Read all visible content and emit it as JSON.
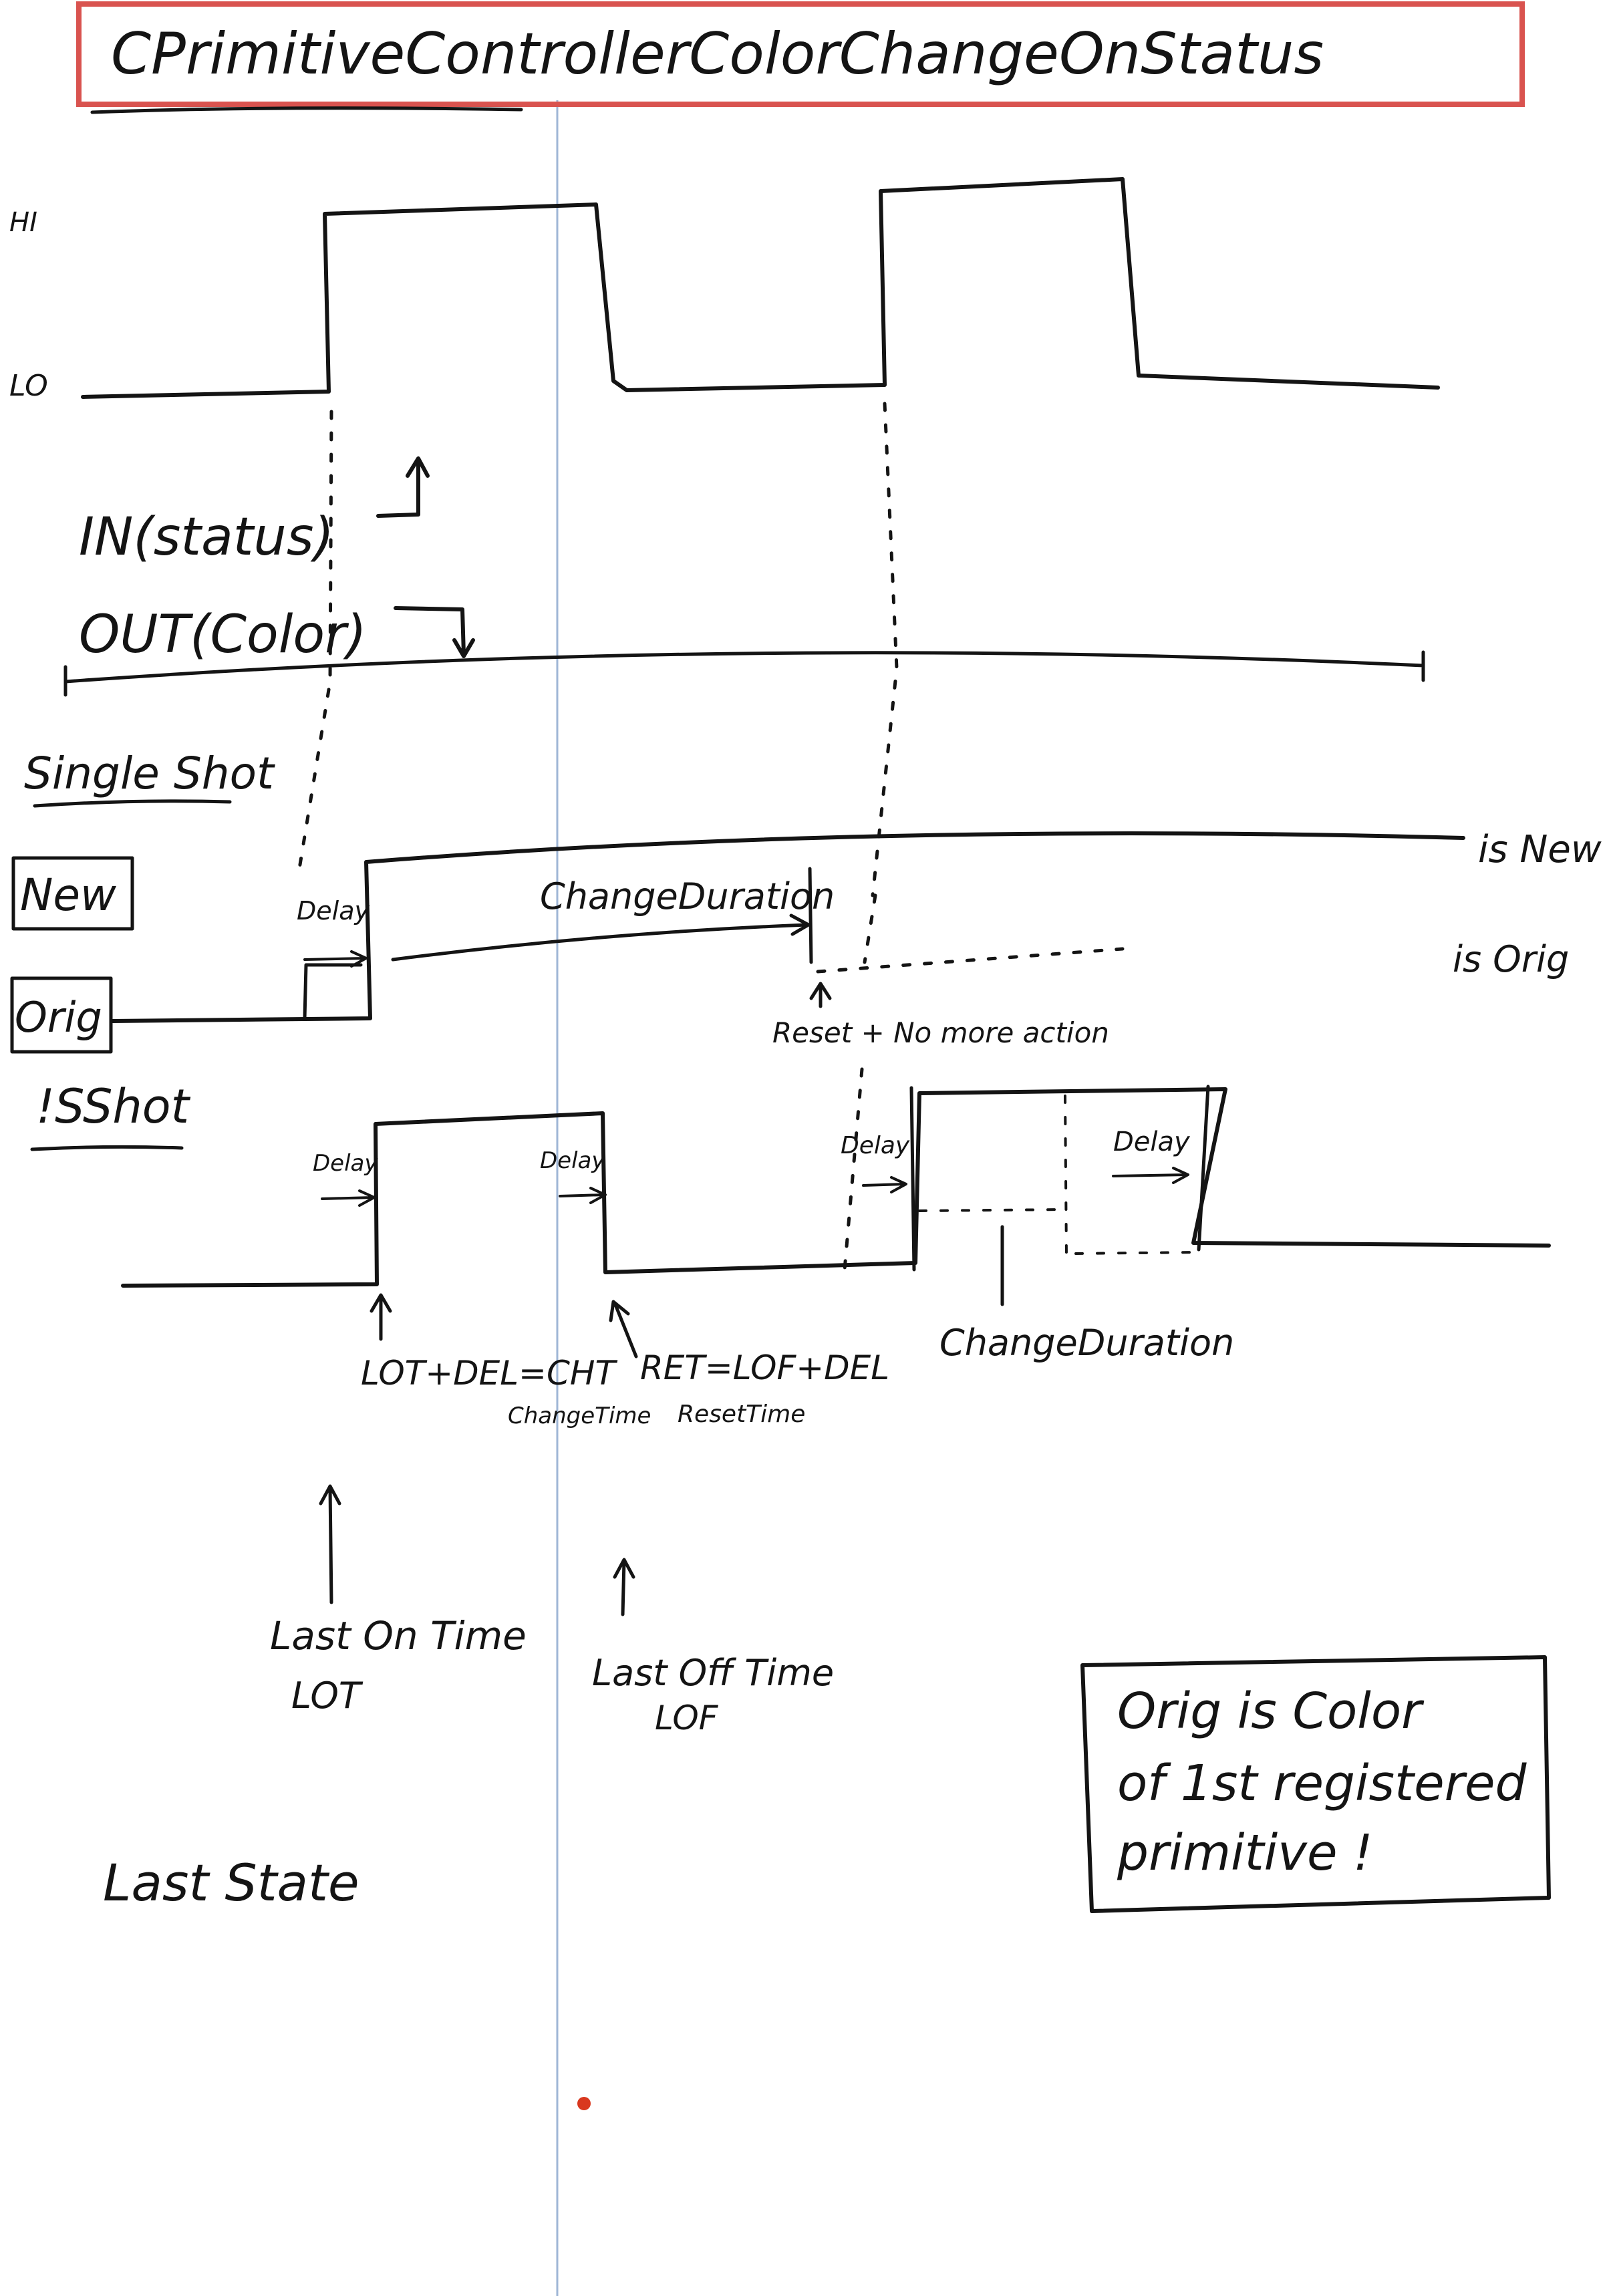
{
  "title": "CPrimitiveControllerColorChangeOnStatus",
  "levels": {
    "hi": "HI",
    "lo": "LO"
  },
  "signals": {
    "in_status": "IN(status)",
    "out_color": "OUT(Color)"
  },
  "sections": {
    "single_shot": "Single Shot",
    "not_single_shot": "!SShot"
  },
  "states": {
    "new": "New",
    "orig": "Orig",
    "is_new": "is New",
    "is_orig": "is Orig"
  },
  "labels": {
    "delay": "Delay",
    "change_duration": "ChangeDuration",
    "reset_no_more_action": "Reset + No more action",
    "lot_del_cht": "LOT+DEL=CHT",
    "change_time": "ChangeTime",
    "ret_lof_del": "RET=LOF+DEL",
    "reset_time": "ResetTime",
    "last_on_time": "Last On Time",
    "lot": "LOT",
    "last_off_time": "Last Off Time",
    "lof": "LOF",
    "last_state": "Last State"
  },
  "note": {
    "line1": "Orig is Color",
    "line2": "of 1st registered",
    "line3": "primitive !"
  },
  "colors": {
    "ink": "#141414",
    "title_box": "#d9534f",
    "margin_line": "#9fb6d6",
    "red_dot": "#d9381e"
  }
}
